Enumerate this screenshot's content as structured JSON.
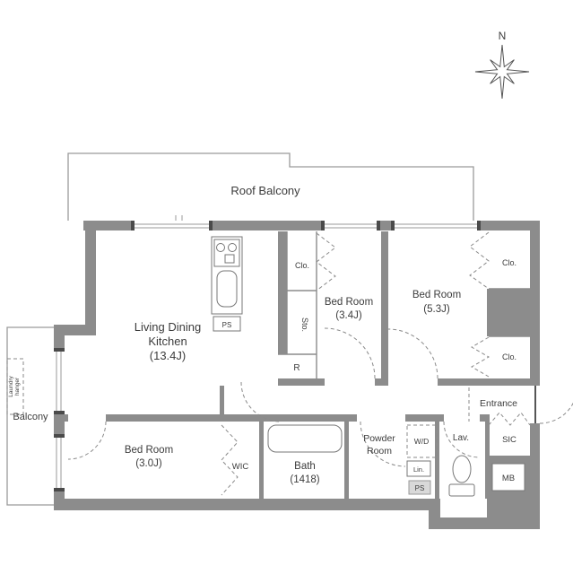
{
  "compass": {
    "north": "N"
  },
  "outdoor": {
    "roof_balcony": "Roof Balcony",
    "balcony": "Balcony",
    "laundry_hanger": {
      "line1": "Laundry",
      "line2": "hanger"
    }
  },
  "rooms": {
    "ldk": {
      "line1": "Living Dining",
      "line2": "Kitchen",
      "size": "(13.4J)"
    },
    "bedroom_3_4": {
      "name": "Bed Room",
      "size": "(3.4J)"
    },
    "bedroom_5_3": {
      "name": "Bed Room",
      "size": "(5.3J)"
    },
    "bedroom_3_0": {
      "name": "Bed Room",
      "size": "(3.0J)"
    },
    "bath": {
      "name": "Bath",
      "size": "(1418)"
    },
    "powder_room": {
      "line1": "Powder",
      "line2": "Room"
    },
    "lavatory": "Lav.",
    "entrance": "Entrance",
    "wic": "WIC",
    "sic": "SIC"
  },
  "fixtures": {
    "closet_bed34": "Clo.",
    "closet_bed53_top": "Clo.",
    "closet_bed53_bottom": "Clo.",
    "storage": "Sto.",
    "refrigerator": "R",
    "pipe_space_kitchen": "PS",
    "pipe_space_bottom": "PS",
    "washer_dryer": "W/D",
    "linen": "Lin.",
    "meter_box": "MB"
  },
  "colors": {
    "wall": "#8c8c8c",
    "text": "#3c3c3c"
  }
}
